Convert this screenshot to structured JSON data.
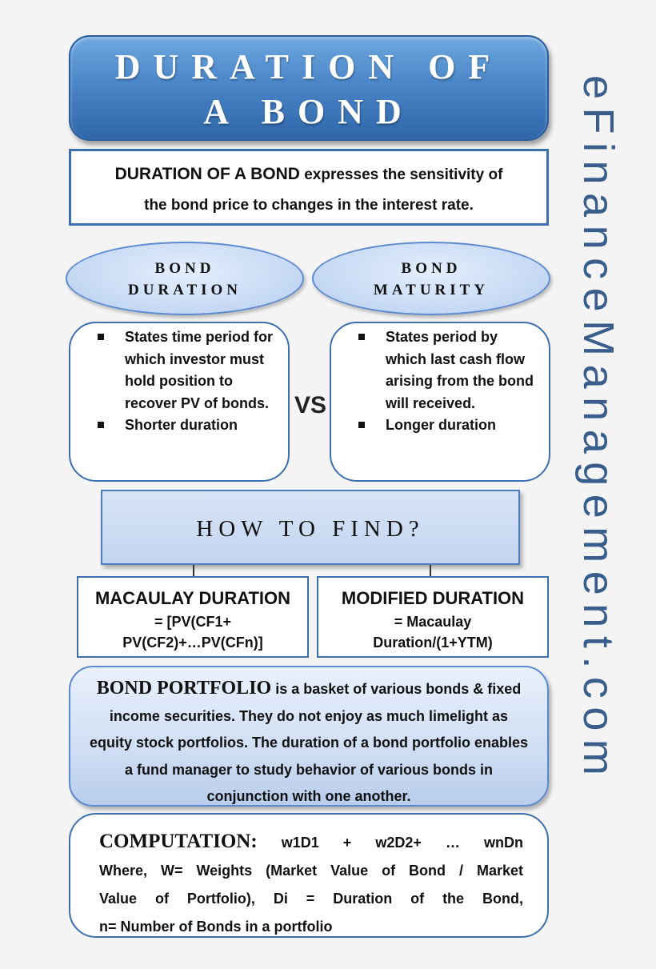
{
  "title": {
    "line1": "DURATION OF",
    "line2": "A BOND"
  },
  "definition": {
    "term": "DURATION OF A BOND",
    "text_part1": " expresses the sensitivity of",
    "text_part2": "the bond price to changes in the interest rate."
  },
  "bond_duration": {
    "heading_line1": "BOND",
    "heading_line2": "DURATION",
    "points": [
      "States time period for which investor must hold position to recover PV of bonds.",
      "Shorter duration"
    ]
  },
  "bond_maturity": {
    "heading_line1": "BOND",
    "heading_line2": "MATURITY",
    "points": [
      "States period by which last cash flow arising from the bond will received.",
      "Longer duration"
    ]
  },
  "vs_label": "VS",
  "how_to_find": "HOW TO FIND?",
  "macaulay": {
    "heading": "MACAULAY DURATION",
    "line1": "= [PV(CF1+",
    "line2": "PV(CF2)+…PV(CFn)]"
  },
  "modified": {
    "heading": "MODIFIED DURATION",
    "line1": "= Macaulay",
    "line2": "Duration/(1+YTM)"
  },
  "portfolio": {
    "term": "BOND PORTFOLIO",
    "text": " is a basket of various bonds & fixed income securities. They do not enjoy as much limelight as equity stock portfolios. The duration of a bond portfolio enables a fund manager to study behavior of various bonds in conjunction with one another."
  },
  "computation": {
    "term": "COMPUTATION",
    "colon": ":",
    "formula": "w1D1 + w2D2+ … wnDn",
    "line2": "Where, W= Weights (Market Value of Bond / Market",
    "line3": "Value of Portfolio), Di = Duration of the Bond,",
    "line4": "n= Number of Bonds in a portfolio"
  },
  "site_name": "eFinanceManagement.com",
  "colors": {
    "banner_blue": "#4a86c8",
    "border_blue": "#3d6fae",
    "site_name": "#3a5e8c"
  }
}
